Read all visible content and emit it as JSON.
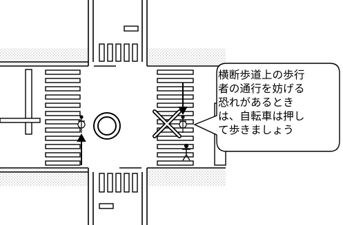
{
  "callout": {
    "lines": [
      "横断歩道上の歩行",
      "者の通行を妨げる",
      "恐れがあるとき",
      "は、自転車は押し",
      "て歩きましょう"
    ]
  },
  "symbols": {
    "go_marker": "circle-ok-icon",
    "stop_marker": "cross-ng-icon",
    "cyclist": "cyclist-icon",
    "pedestrian": "pedestrian-icon"
  },
  "colors": {
    "line": "#000000",
    "sidewalk_hatch": "#bdbdbd",
    "paper": "#ffffff"
  }
}
